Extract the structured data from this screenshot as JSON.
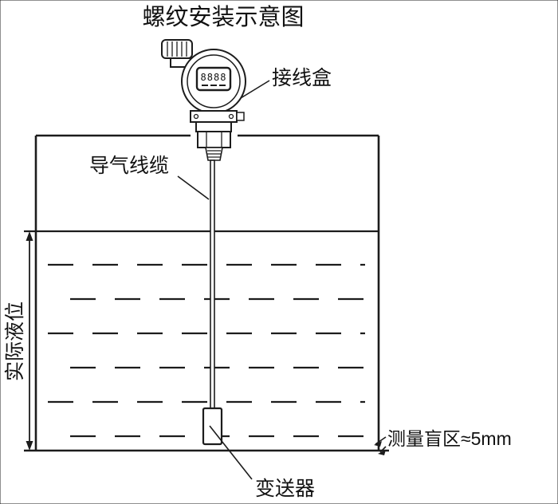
{
  "title": "螺纹安装示意图",
  "device": {
    "display_value": "8888"
  },
  "labels": {
    "junction_box": "接线盒",
    "air_cable": "导气线缆",
    "actual_level": "实际液位",
    "blind_zone": "测量盲区≈5mm",
    "transmitter": "变送器"
  },
  "colors": {
    "line": "#1c1c1c",
    "background": "#ffffff"
  }
}
